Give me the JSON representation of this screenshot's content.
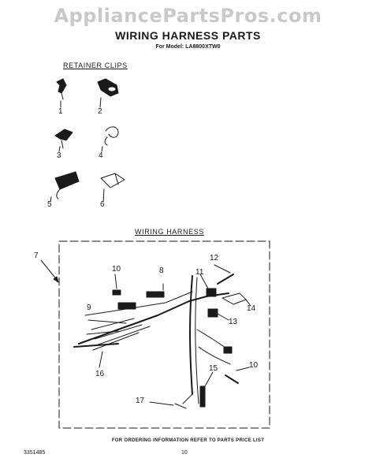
{
  "watermark": "AppliancePartsPros.com",
  "title": "WIRING HARNESS PARTS",
  "model": "For Model: LA8800XTW0",
  "sections": {
    "retainer_clips": "RETAINER CLIPS",
    "wiring_harness": "WIRING HARNESS"
  },
  "callouts": {
    "c1": "1",
    "c2": "2",
    "c3": "3",
    "c4": "4",
    "c5": "5",
    "c6": "6",
    "c7": "7",
    "c8": "8",
    "c9": "9",
    "c10": "10",
    "c10b": "10",
    "c11": "11",
    "c12": "12",
    "c13": "13",
    "c14": "14",
    "c15": "15",
    "c16": "16",
    "c17": "17"
  },
  "footer": {
    "note": "FOR ORDERING INFORMATION REFER TO PARTS PRICE LIST",
    "doc_number": "3351485",
    "page_number": "10"
  },
  "colors": {
    "line": "#1a1a1a",
    "watermark": "#c9c9c9"
  }
}
